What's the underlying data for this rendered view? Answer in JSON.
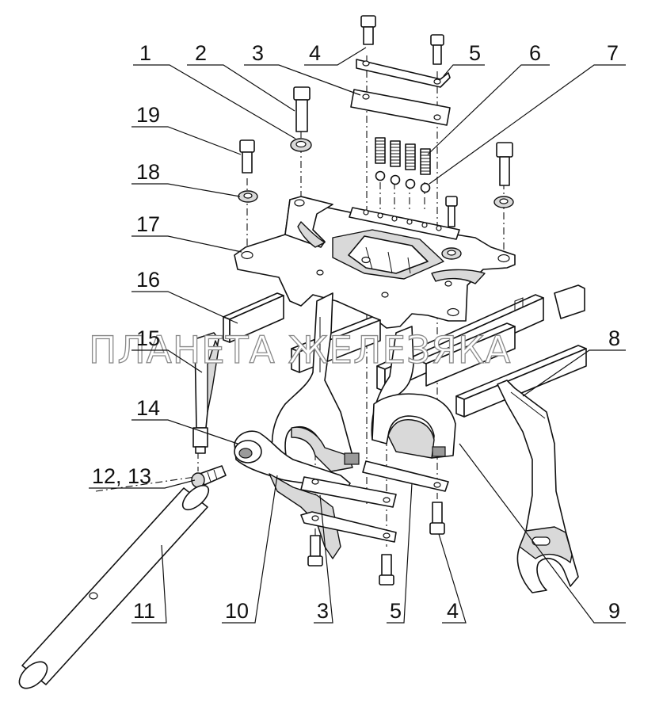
{
  "diagram": {
    "watermark": "ПЛАНЕТА ЖЕЛЕЗЯКА",
    "callouts": [
      {
        "id": "c1",
        "label": "1"
      },
      {
        "id": "c2",
        "label": "2"
      },
      {
        "id": "c3-top",
        "label": "3"
      },
      {
        "id": "c4-top",
        "label": "4"
      },
      {
        "id": "c5-top",
        "label": "5"
      },
      {
        "id": "c6",
        "label": "6"
      },
      {
        "id": "c7",
        "label": "7"
      },
      {
        "id": "c19",
        "label": "19"
      },
      {
        "id": "c18",
        "label": "18"
      },
      {
        "id": "c17",
        "label": "17"
      },
      {
        "id": "c16",
        "label": "16"
      },
      {
        "id": "c15",
        "label": "15"
      },
      {
        "id": "c14",
        "label": "14"
      },
      {
        "id": "c12-13",
        "label": "12, 13"
      },
      {
        "id": "c8",
        "label": "8"
      },
      {
        "id": "c11",
        "label": "11"
      },
      {
        "id": "c10",
        "label": "10"
      },
      {
        "id": "c3-bottom",
        "label": "3"
      },
      {
        "id": "c5-bottom",
        "label": "5"
      },
      {
        "id": "c4-bottom",
        "label": "4"
      },
      {
        "id": "c9",
        "label": "9"
      }
    ]
  }
}
